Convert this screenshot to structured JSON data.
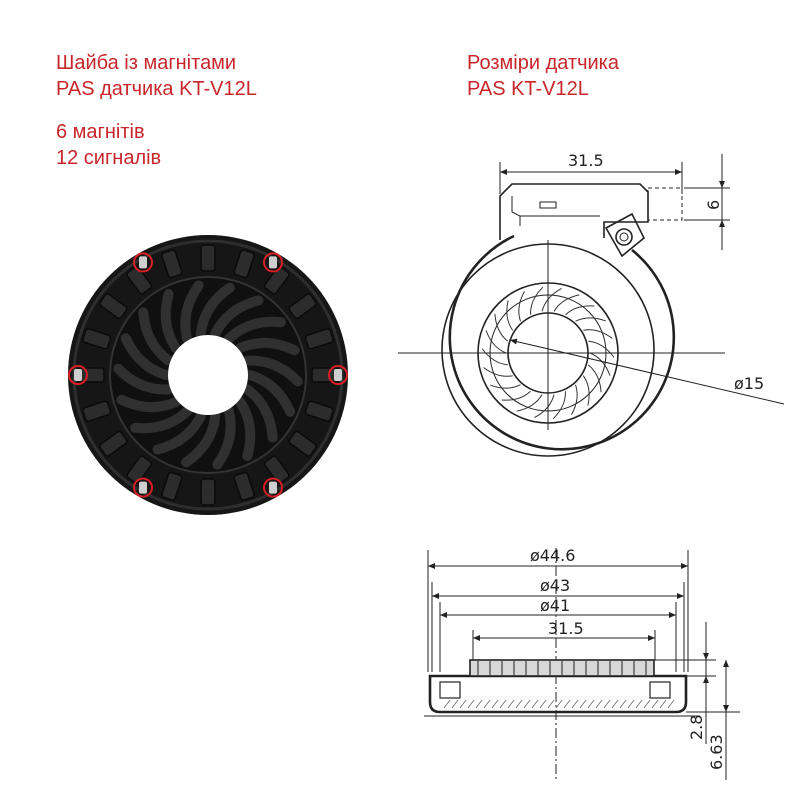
{
  "captions": {
    "left_title": [
      "Шайба із магнітами",
      "PAS датчика KT-V12L"
    ],
    "magnets": [
      "6 магнітів",
      "12 сигналів"
    ],
    "right_title": [
      "Розміри датчика",
      "PAS KT-V12L"
    ]
  },
  "dimensions": {
    "top_width": "31.5",
    "top_height": "6",
    "inner_diameter": "ø15",
    "d1": "ø44.6",
    "d2": "ø43",
    "d3": "ø41",
    "d4": "31.5",
    "h1": "2.8",
    "h2": "6.63"
  },
  "photo": {
    "magnet_count": 6,
    "slot_count": 20,
    "blade_count": 18,
    "colors": {
      "body": "#1b1b1b",
      "ring": "#2b2b2b",
      "magnet_marker": "#d61f26"
    }
  }
}
